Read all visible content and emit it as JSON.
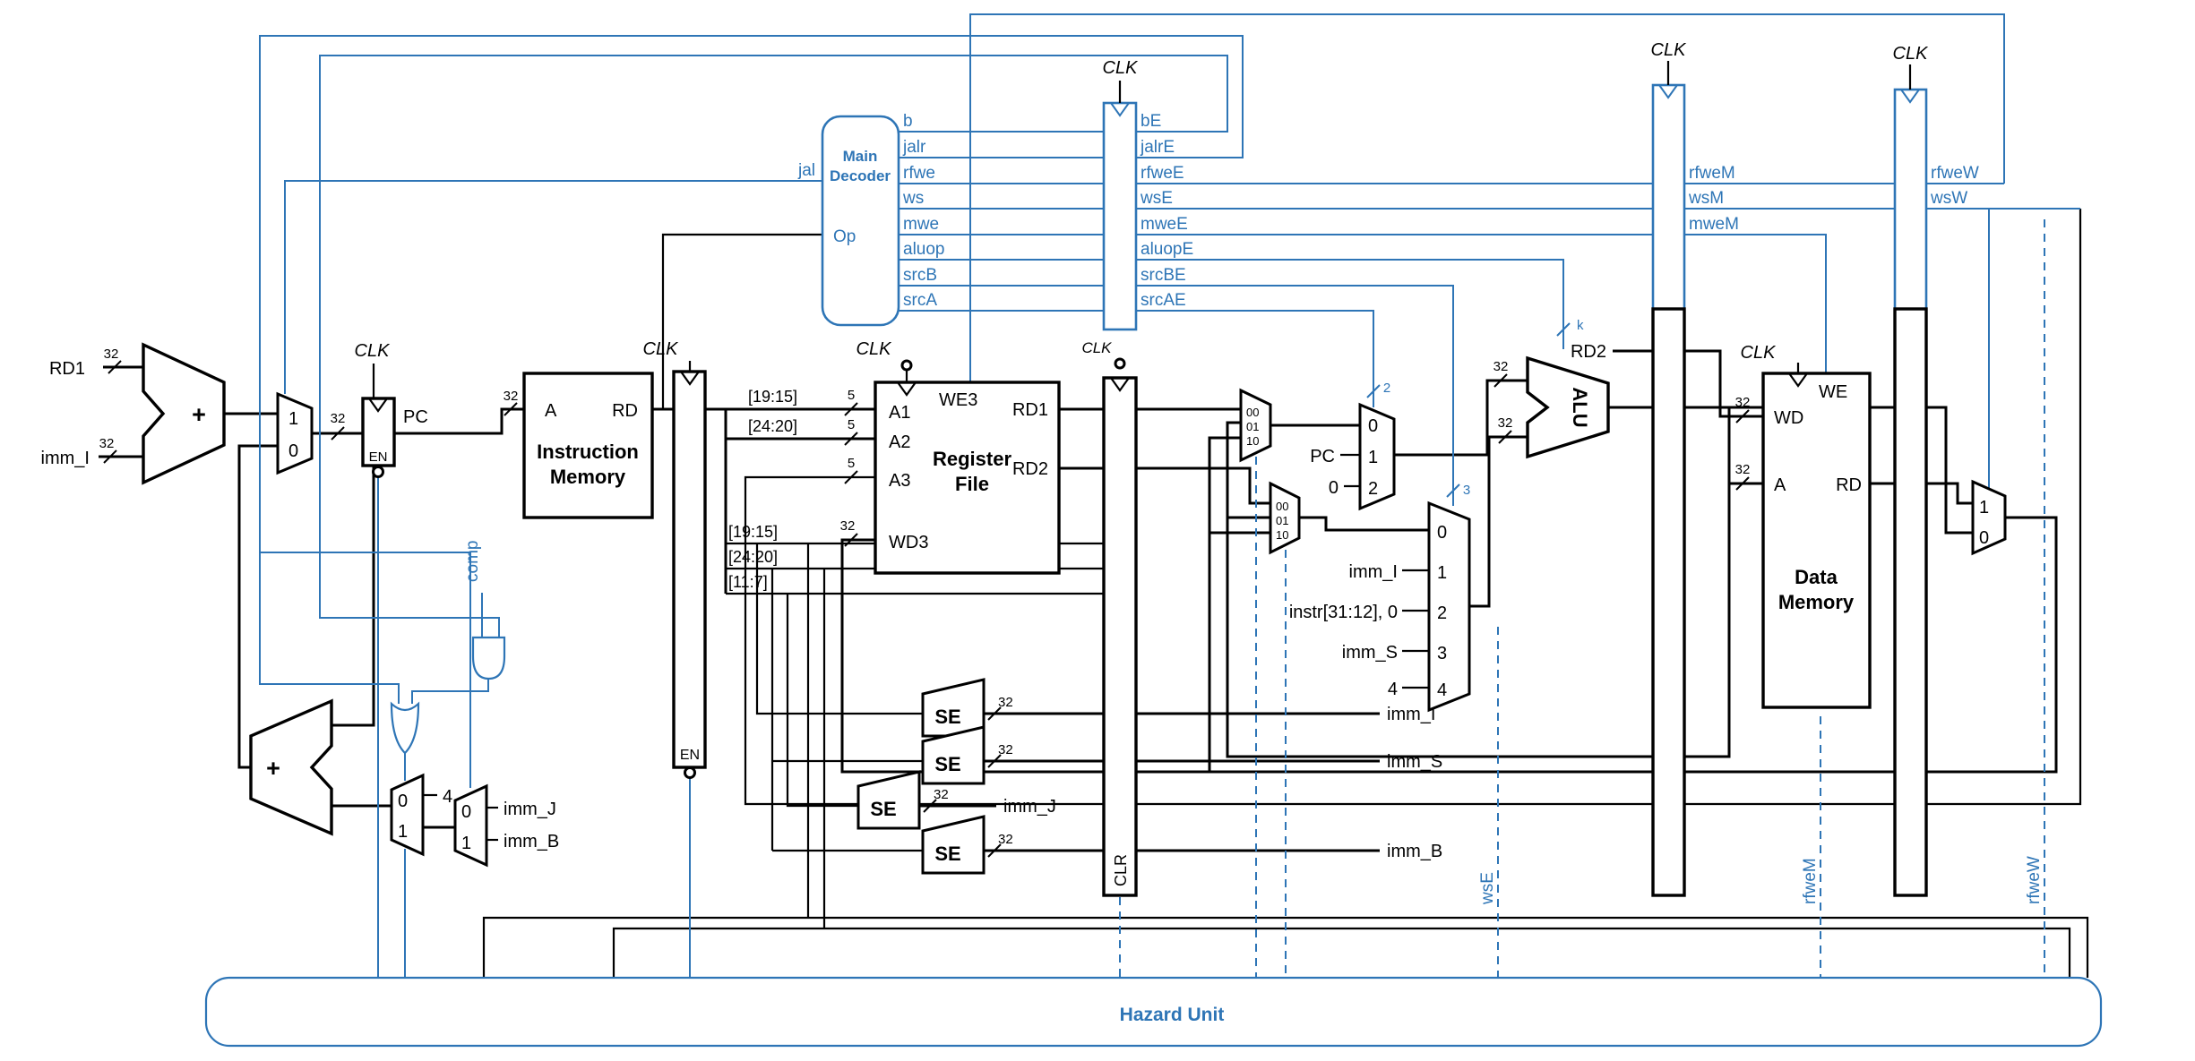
{
  "colors": {
    "wire_black": "#000000",
    "control_blue": "#2e75b6"
  },
  "clock": "CLK",
  "enable": "EN",
  "clear": "CLR",
  "comp": "comp",
  "jal": "jal",
  "op": "Op",
  "pc_label": "PC",
  "plus": "+",
  "blocks": {
    "instruction_memory": {
      "line1": "Instruction",
      "line2": "Memory",
      "a": "A",
      "rd": "RD"
    },
    "register_file": {
      "line1": "Register",
      "line2": "File",
      "we3": "WE3",
      "a1": "A1",
      "a2": "A2",
      "a3": "A3",
      "wd3": "WD3",
      "rd1": "RD1",
      "rd2": "RD2"
    },
    "data_memory": {
      "line1": "Data",
      "line2": "Memory",
      "we": "WE",
      "wd": "WD",
      "a": "A",
      "rd": "RD"
    },
    "main_decoder": {
      "line1": "Main",
      "line2": "Decoder"
    },
    "alu": "ALU",
    "se": "SE",
    "hazard_unit": "Hazard Unit"
  },
  "decode_signals": [
    "b",
    "jalr",
    "rfwe",
    "ws",
    "mwe",
    "aluop",
    "srcB",
    "srcA"
  ],
  "execute_signals": [
    "bE",
    "jalrE",
    "rfweE",
    "wsE",
    "mweE",
    "aluopE",
    "srcBE",
    "srcAE"
  ],
  "memory_signals": [
    "rfweM",
    "wsM",
    "mweM"
  ],
  "writeback_signals": [
    "rfweW",
    "wsW"
  ],
  "immediates": {
    "imm_I": "imm_I",
    "imm_S": "imm_S",
    "imm_J": "imm_J",
    "imm_B": "imm_B",
    "instr_upper": "instr[31:12], 0"
  },
  "operands": {
    "rd1": "RD1",
    "rd2": "RD2",
    "pc": "PC",
    "zero": "0",
    "four": "4"
  },
  "fields": {
    "f19_15": "[19:15]",
    "f24_20": "[24:20]",
    "f11_7": "[11:7]"
  },
  "widths": {
    "w32": "32",
    "w5": "5",
    "w2": "2",
    "w3": "3",
    "k": "k"
  },
  "mux": {
    "m0": "0",
    "m1": "1",
    "m2": "2",
    "m3": "3",
    "m4": "4",
    "m00": "00",
    "m01": "01",
    "m10": "10"
  }
}
